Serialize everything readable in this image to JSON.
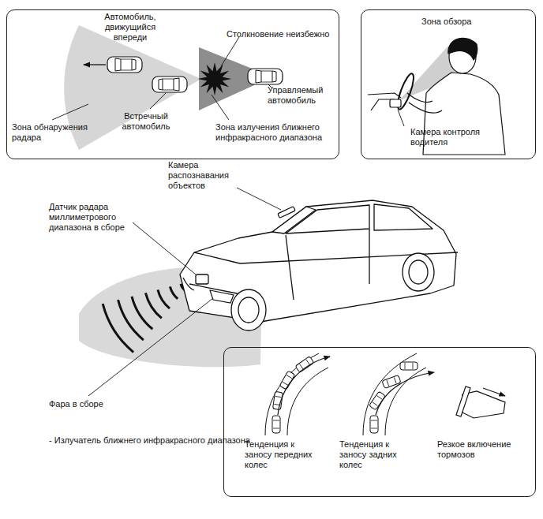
{
  "diagram": {
    "nodes": [
      {
        "text": [
          "Автомобиль, движущийся впереди",
          "Столкновение неизбежно",
          "Управляемый автомобиль",
          "Встречный автомобиль",
          "Зона обнаружения радара",
          "Зона излучения ближнего инфракрасного диапазона"
        ]
      },
      {
        "text": [
          "Зона обзора",
          "Камера контроля водителя"
        ]
      },
      {
        "text": [
          "Тенденция к заносу передних колес",
          "Тенденция к заносу задних колес",
          "Резкое включение тормозов"
        ]
      }
    ],
    "labels": [
      "Камера распознавания объектов",
      "Датчик радара миллиметрового диапазона в сборе",
      "Фара в сборе",
      "- Излучатель ближнего инфракрасного диапазона"
    ]
  }
}
